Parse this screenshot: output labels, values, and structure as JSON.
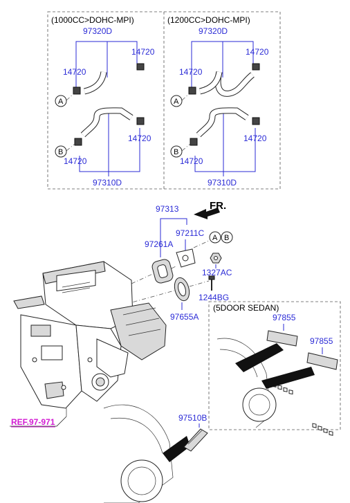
{
  "panels": {
    "left": {
      "title": "(1000CC>DOHC-MPI)",
      "upper_hose": "97320D",
      "clamp_right": "14720",
      "clamp_left": "14720",
      "clamp_lower_right": "14720",
      "clamp_lower_left": "14720",
      "lower_hose": "97310D",
      "circle_a": "A",
      "circle_b": "B"
    },
    "right": {
      "title": "(1200CC>DOHC-MPI)",
      "upper_hose": "97320D",
      "clamp_right": "14720",
      "clamp_left": "14720",
      "clamp_lower_right": "14720",
      "clamp_lower_left": "14720",
      "lower_hose": "97310D",
      "circle_a": "A",
      "circle_b": "B"
    }
  },
  "main": {
    "direction": "FR.",
    "seal_kit": "97313",
    "grommet": "97211C",
    "seal_plate": "97261A",
    "circle_a": "A",
    "circle_b": "B",
    "nut": "1327AC",
    "bolt": "1244BG",
    "gasket": "97655A",
    "ref": "REF.97-971",
    "vent_grille": "97510B"
  },
  "sedan_panel": {
    "title": "(5DOOR SEDAN)",
    "grille_upper": "97855",
    "grille_lower": "97855"
  },
  "colors": {
    "label": "#2a2ad6",
    "ref": "#d21ad2"
  }
}
